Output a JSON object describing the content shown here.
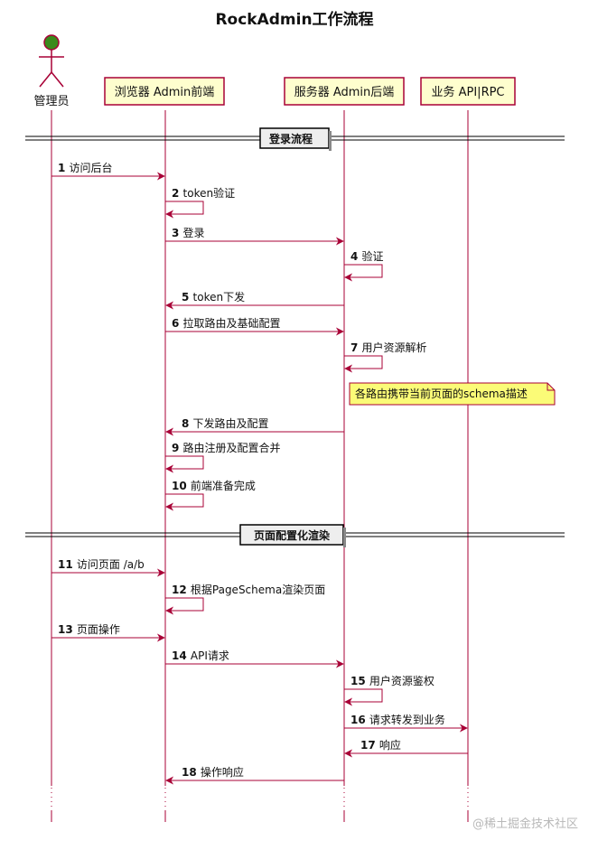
{
  "title": "RockAdmin工作流程",
  "participants": [
    {
      "id": "admin",
      "label": "管理员",
      "kind": "actor"
    },
    {
      "id": "browser",
      "label": "浏览器 Admin前端",
      "kind": "box"
    },
    {
      "id": "server",
      "label": "服务器 Admin后端",
      "kind": "box"
    },
    {
      "id": "rpc",
      "label": "业务 API|RPC",
      "kind": "box"
    }
  ],
  "sections": [
    {
      "label": "登录流程"
    },
    {
      "label": "页面配置化渲染"
    }
  ],
  "messages": [
    {
      "num": "1",
      "text": "访问后台",
      "from": "admin",
      "to": "browser"
    },
    {
      "num": "2",
      "text": "token验证",
      "from": "browser",
      "to": "browser"
    },
    {
      "num": "3",
      "text": "登录",
      "from": "browser",
      "to": "server"
    },
    {
      "num": "4",
      "text": "验证",
      "from": "server",
      "to": "server"
    },
    {
      "num": "5",
      "text": "token下发",
      "from": "server",
      "to": "browser"
    },
    {
      "num": "6",
      "text": "拉取路由及基础配置",
      "from": "browser",
      "to": "server"
    },
    {
      "num": "7",
      "text": "用户资源解析",
      "from": "server",
      "to": "server"
    },
    {
      "num": "8",
      "text": "下发路由及配置",
      "from": "server",
      "to": "browser"
    },
    {
      "num": "9",
      "text": "路由注册及配置合并",
      "from": "browser",
      "to": "browser"
    },
    {
      "num": "10",
      "text": "前端准备完成",
      "from": "browser",
      "to": "browser"
    },
    {
      "num": "11",
      "text": "访问页面 /a/b",
      "from": "admin",
      "to": "browser"
    },
    {
      "num": "12",
      "text": "根据PageSchema渲染页面",
      "from": "browser",
      "to": "browser"
    },
    {
      "num": "13",
      "text": "页面操作",
      "from": "admin",
      "to": "browser"
    },
    {
      "num": "14",
      "text": "API请求",
      "from": "browser",
      "to": "server"
    },
    {
      "num": "15",
      "text": "用户资源鉴权",
      "from": "server",
      "to": "server"
    },
    {
      "num": "16",
      "text": "请求转发到业务",
      "from": "server",
      "to": "rpc"
    },
    {
      "num": "17",
      "text": "响应",
      "from": "rpc",
      "to": "server"
    },
    {
      "num": "18",
      "text": "操作响应",
      "from": "server",
      "to": "browser"
    }
  ],
  "note": {
    "text": "各路由携带当前页面的schema描述"
  },
  "watermark": "@稀土掘金技术社区",
  "colors": {
    "line": "#a80036",
    "box_fill": "#fefece",
    "actor_head": "#3a8a1c",
    "note_fill": "#fbfb77"
  }
}
